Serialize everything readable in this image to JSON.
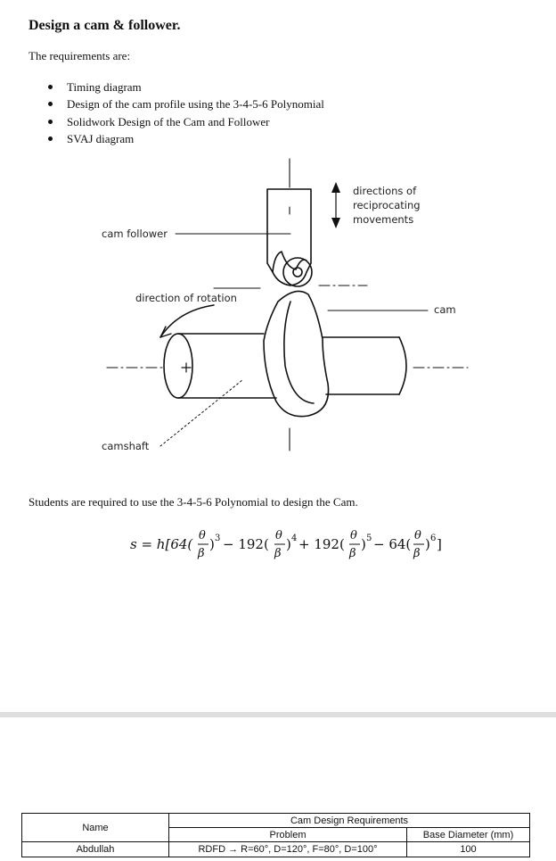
{
  "document": {
    "title": "Design a cam & follower.",
    "intro": "The requirements are:",
    "requirements": [
      "Timing diagram",
      "Design of the cam profile using the 3-4-5-6 Polynomial",
      "Solidwork Design of the Cam and Follower",
      "SVAJ diagram"
    ],
    "students_note": "Students are required to use the 3-4-5-6 Polynomial to design the Cam."
  },
  "figure": {
    "labels": {
      "directions_line1": "directions of",
      "directions_line2": "reciprocating",
      "directions_line3": "movements",
      "cam_follower": "cam follower",
      "direction_of_rotation": "direction of rotation",
      "cam": "cam",
      "camshaft": "camshaft"
    }
  },
  "formula": {
    "lhs": "s = h[64(",
    "t1": ")",
    "t2": " − 192(",
    "t3": ")",
    "t4": " + 192(",
    "t5": ")",
    "t6": " − 64(",
    "t7": ")",
    "t8": "]",
    "numerator": "θ",
    "denominator": "β",
    "exp3": "3",
    "exp4": "4",
    "exp5": "5",
    "exp6": "6"
  },
  "table": {
    "header": "Cam Design Requirements",
    "name_label": "Name",
    "name_value": "Abdullah",
    "problem_label": "Problem",
    "problem_value": "RDFD → R=60°, D=120°, F=80°, D=100°",
    "base_label": "Base Diameter (mm)",
    "base_value": "100"
  }
}
